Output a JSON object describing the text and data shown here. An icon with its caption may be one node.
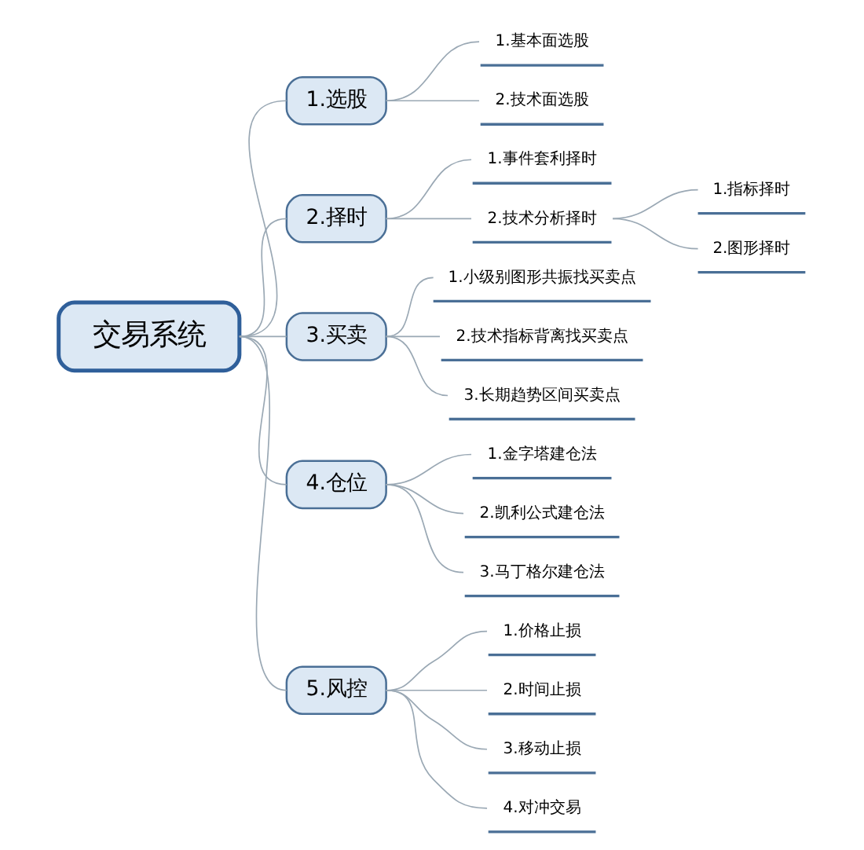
{
  "diagram": {
    "nodes": [
      {
        "text": [
          "交易系统"
        ]
      },
      {
        "text": [
          "1.选股"
        ]
      },
      {
        "text": [
          "1.基本面选股"
        ]
      },
      {
        "text": [
          "2.技术面选股"
        ]
      },
      {
        "text": [
          "2.择时"
        ]
      },
      {
        "text": [
          "1.事件套利择时"
        ]
      },
      {
        "text": [
          "2.技术分析择时"
        ]
      },
      {
        "text": [
          "1.指标择时"
        ]
      },
      {
        "text": [
          "2.图形择时"
        ]
      },
      {
        "text": [
          "3.买卖"
        ]
      },
      {
        "text": [
          "1.小级别图形共振找买卖点"
        ]
      },
      {
        "text": [
          "2.技术指标背离找买卖点"
        ]
      },
      {
        "text": [
          "3.长期趋势区间买卖点"
        ]
      },
      {
        "text": [
          "4.仓位"
        ]
      },
      {
        "text": [
          "1.金字塔建仓法"
        ]
      },
      {
        "text": [
          "2.凯利公式建仓法"
        ]
      },
      {
        "text": [
          "3.马丁格尔建仓法"
        ]
      },
      {
        "text": [
          "5.风控"
        ]
      },
      {
        "text": [
          "1.价格止损"
        ]
      },
      {
        "text": [
          "2.时间止损"
        ]
      },
      {
        "text": [
          "3.移动止损"
        ]
      },
      {
        "text": [
          "4.对冲交易"
        ]
      }
    ],
    "edges": [
      {
        "from": 0,
        "to": 1,
        "arrow": "none"
      },
      {
        "from": 1,
        "to": 2,
        "arrow": "none"
      },
      {
        "from": 1,
        "to": 3,
        "arrow": "none"
      },
      {
        "from": 0,
        "to": 4,
        "arrow": "none"
      },
      {
        "from": 4,
        "to": 5,
        "arrow": "none"
      },
      {
        "from": 4,
        "to": 6,
        "arrow": "none"
      },
      {
        "from": 6,
        "to": 7,
        "arrow": "none"
      },
      {
        "from": 6,
        "to": 8,
        "arrow": "none"
      },
      {
        "from": 0,
        "to": 9,
        "arrow": "none"
      },
      {
        "from": 9,
        "to": 10,
        "arrow": "none"
      },
      {
        "from": 9,
        "to": 11,
        "arrow": "none"
      },
      {
        "from": 9,
        "to": 12,
        "arrow": "none"
      },
      {
        "from": 0,
        "to": 13,
        "arrow": "none"
      },
      {
        "from": 13,
        "to": 14,
        "arrow": "none"
      },
      {
        "from": 13,
        "to": 15,
        "arrow": "none"
      },
      {
        "from": 13,
        "to": 16,
        "arrow": "none"
      },
      {
        "from": 0,
        "to": 17,
        "arrow": "none"
      },
      {
        "from": 17,
        "to": 18,
        "arrow": "none"
      },
      {
        "from": 17,
        "to": 19,
        "arrow": "none"
      },
      {
        "from": 17,
        "to": 20,
        "arrow": "none"
      },
      {
        "from": 17,
        "to": 21,
        "arrow": "none"
      }
    ]
  }
}
